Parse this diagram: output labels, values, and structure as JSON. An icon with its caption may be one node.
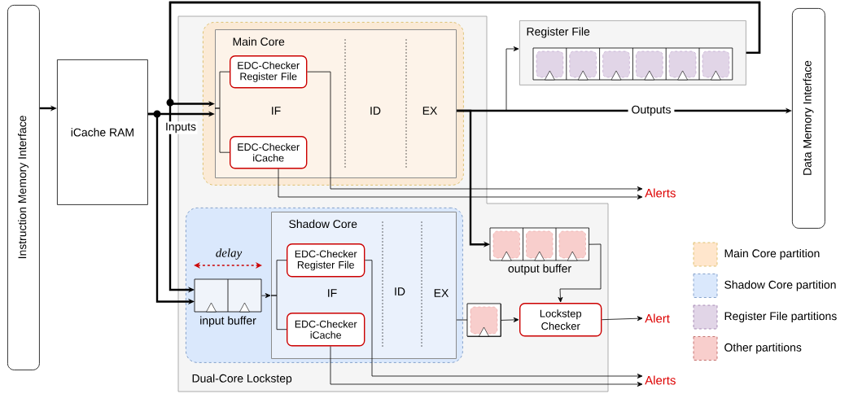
{
  "diagram": {
    "nodes": [
      {
        "text": [
          "Instruction Memory Interface"
        ]
      },
      {
        "text": [
          "iCache RAM"
        ]
      },
      {
        "text": [
          "Dual-Core Lockstep"
        ]
      },
      {
        "text": [],
        "shape": "box",
        "in": 2
      },
      {
        "text": [
          "Main Core",
          "IF",
          "ID",
          "EX"
        ],
        "in": 3
      },
      {
        "text": [
          "EDC-Checker Register File"
        ],
        "in": 4
      },
      {
        "text": [
          "EDC-Checker iCache"
        ],
        "in": 4
      },
      {
        "text": [
          "Register File"
        ]
      },
      {
        "text": [],
        "shape": "box",
        "in": 2
      },
      {
        "text": [
          "input buffer"
        ],
        "in": 8
      },
      {
        "text": [
          "Shadow Core",
          "IF",
          "ID",
          "EX"
        ],
        "in": 8
      },
      {
        "text": [
          "EDC-Checker Register File"
        ],
        "in": 10
      },
      {
        "text": [
          "EDC-Checker iCache"
        ],
        "in": 10
      },
      {
        "text": [
          "output buffer"
        ],
        "in": 2
      },
      {
        "text": [],
        "shape": "box",
        "in": 2
      },
      {
        "text": [
          "Lockstep Checker"
        ],
        "in": 2
      },
      {
        "text": [
          "Data Memory Interface"
        ]
      },
      {
        "text": [
          "Alerts"
        ]
      },
      {
        "text": [
          "Alert"
        ]
      },
      {
        "text": [
          "Alerts"
        ]
      }
    ],
    "edges": [
      {
        "from": 0,
        "to": 1,
        "arrow": "to",
        "style": "thick"
      },
      {
        "from": 1,
        "to": 4,
        "arrow": "to",
        "style": "thick"
      },
      {
        "from": 1,
        "to": 9,
        "arrow": "to",
        "style": "thick"
      },
      {
        "from": 7,
        "to": 4,
        "arrow": "to",
        "style": "thick"
      },
      {
        "from": 7,
        "to": 9,
        "arrow": "to",
        "style": "thick"
      },
      {
        "from": 4,
        "to": 5,
        "arrow": "none"
      },
      {
        "from": 4,
        "to": 6,
        "arrow": "none"
      },
      {
        "from": 4,
        "to": 16,
        "arrow": "to",
        "style": "thick",
        "label": "Outputs"
      },
      {
        "from": 4,
        "to": 7,
        "arrow": "to"
      },
      {
        "from": 4,
        "to": 13,
        "arrow": "to",
        "style": "thick"
      },
      {
        "from": 5,
        "to": 17,
        "arrow": "to"
      },
      {
        "from": 6,
        "to": 17,
        "arrow": "to"
      },
      {
        "from": 9,
        "to": 10,
        "arrow": "to"
      },
      {
        "from": 10,
        "to": 11,
        "arrow": "none"
      },
      {
        "from": 10,
        "to": 12,
        "arrow": "none"
      },
      {
        "from": 10,
        "to": 14,
        "arrow": "none"
      },
      {
        "from": 14,
        "to": 15,
        "arrow": "to"
      },
      {
        "from": 13,
        "to": 15,
        "arrow": "to"
      },
      {
        "from": 15,
        "to": 18,
        "arrow": "to"
      },
      {
        "from": 11,
        "to": 19,
        "arrow": "to"
      },
      {
        "from": 12,
        "to": 19,
        "arrow": "to"
      }
    ],
    "labels": [
      "Inputs",
      "delay"
    ],
    "legend": [
      {
        "text": "Main Core partition",
        "color": "#ffe6cc"
      },
      {
        "text": "Shadow Core partition",
        "color": "#dae8fc"
      },
      {
        "text": "Register File partitions",
        "color": "#e1d5e7"
      },
      {
        "text": "Other partitions",
        "color": "#f8cecc"
      }
    ]
  }
}
